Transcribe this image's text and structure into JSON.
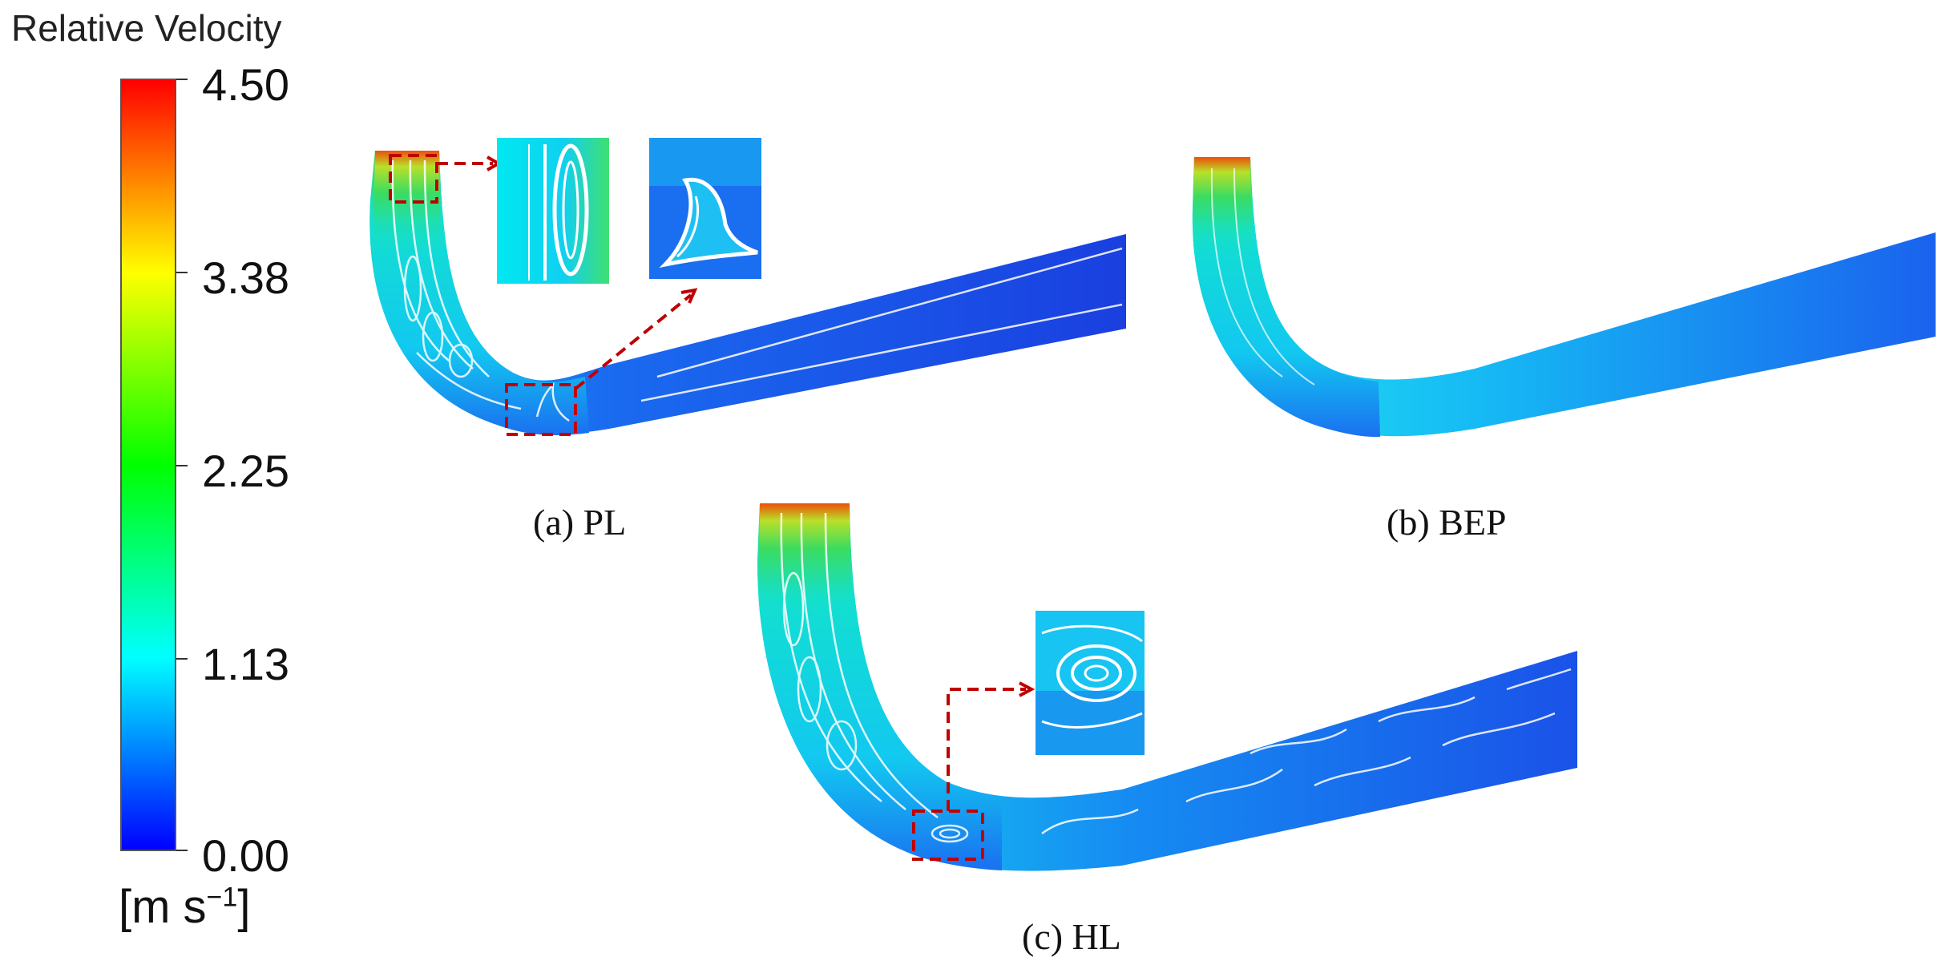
{
  "legend": {
    "title": "Relative Velocity",
    "unit_main": "[m s",
    "unit_sup": "−1",
    "unit_end": "]",
    "ticks": [
      "4.50",
      "3.38",
      "2.25",
      "1.13",
      "0.00"
    ],
    "range": [
      0.0,
      4.5
    ],
    "colormap": [
      "#0000ff",
      "#0080ff",
      "#00ffff",
      "#00ff80",
      "#00ff00",
      "#80ff00",
      "#ffff00",
      "#ff8000",
      "#ff0000"
    ]
  },
  "panels": [
    {
      "id": "a",
      "caption": "(a) PL"
    },
    {
      "id": "b",
      "caption": "(b) BEP"
    },
    {
      "id": "c",
      "caption": "(c) HL"
    }
  ],
  "colors": {
    "highlight": "#c00000",
    "streamline": "#ffffff",
    "low": "#1a4fe6",
    "mid": "#12d8f0",
    "high": "#3ddc5a"
  }
}
